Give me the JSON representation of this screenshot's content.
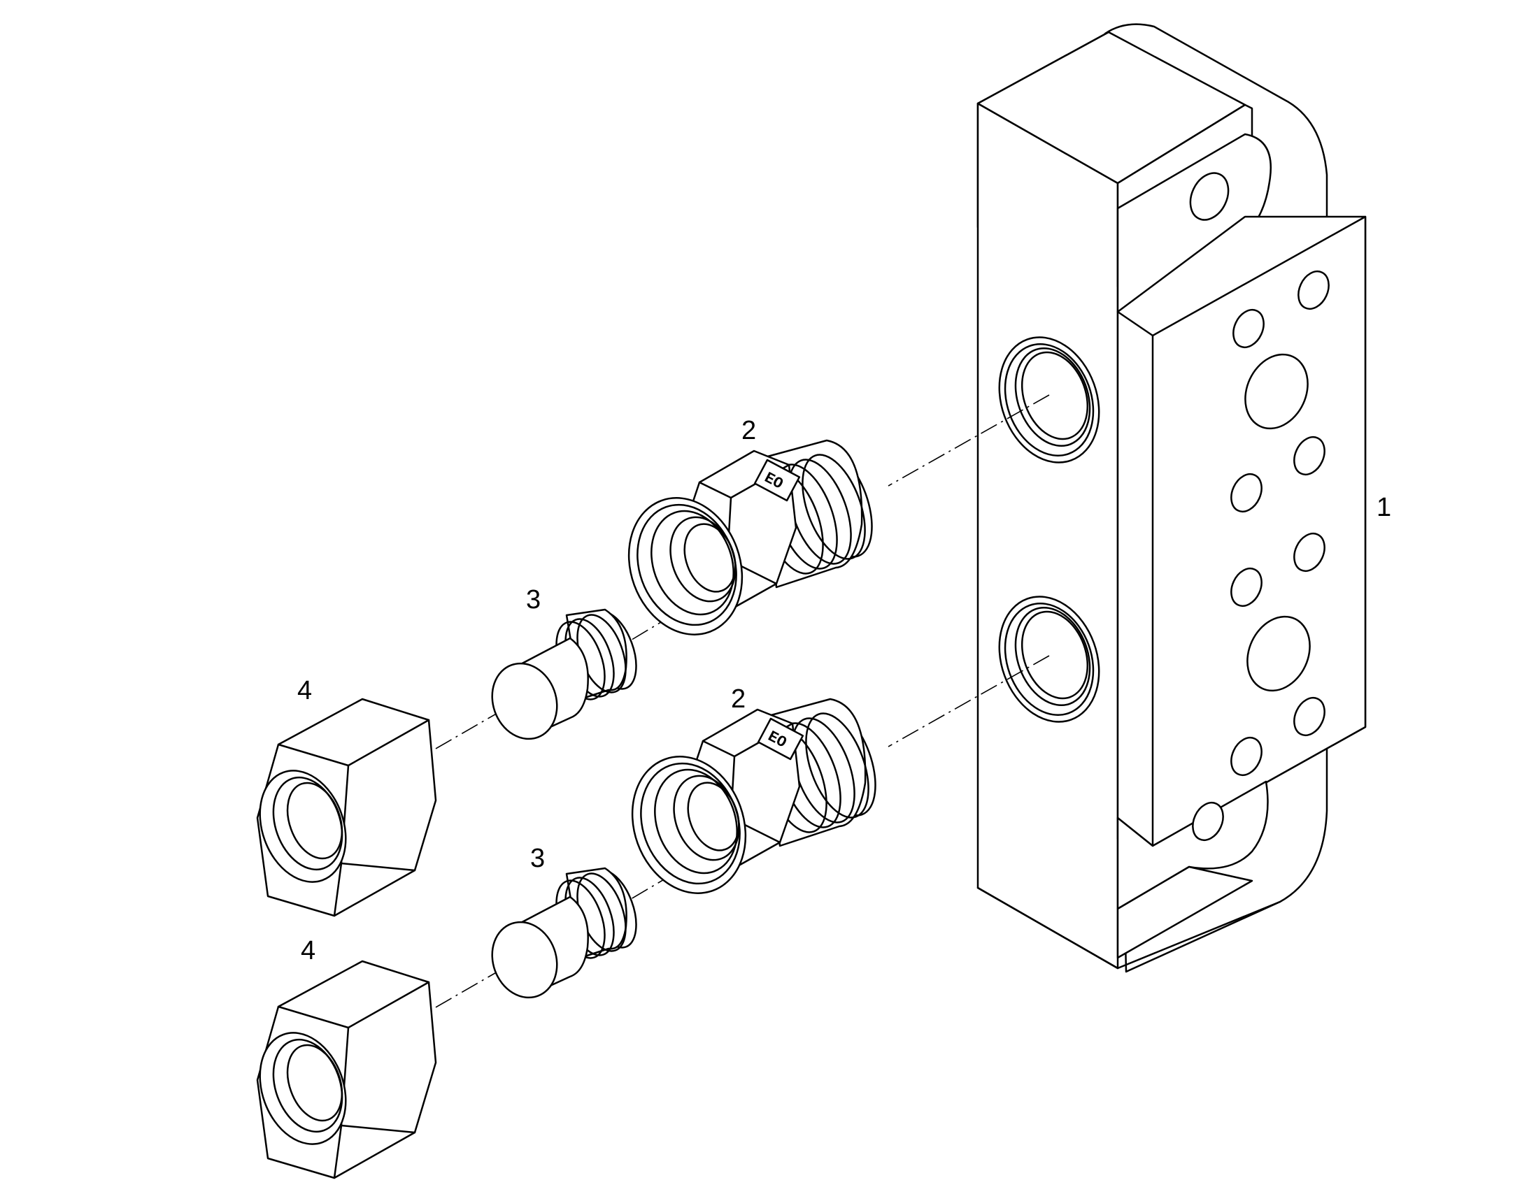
{
  "callouts": {
    "manifold_block": "1",
    "fitting_upper": "2",
    "fitting_lower": "2",
    "insert_upper": "3",
    "insert_lower": "3",
    "nut_upper": "4",
    "nut_lower": "4"
  },
  "fitting_marking": {
    "upper": "EO",
    "lower": "EO"
  }
}
